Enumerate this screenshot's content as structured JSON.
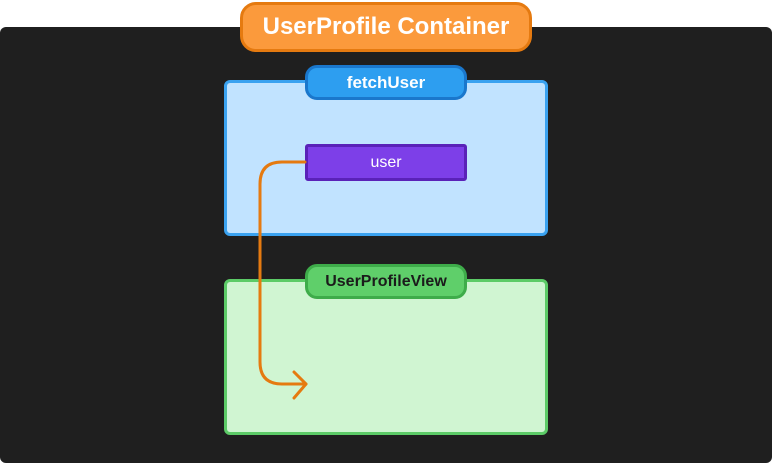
{
  "container": {
    "label": "UserProfile Container"
  },
  "fetch_user": {
    "label": "fetchUser",
    "user_node": "user"
  },
  "user_profile_view": {
    "label": "UserProfileView"
  },
  "colors": {
    "container_bg": "#1f1f1f",
    "container_label": "#fb9a3c",
    "fetch_box": "#c1e3ff",
    "fetch_label": "#2d9ef0",
    "user_node": "#7d3fe8",
    "view_box": "#d0f5d2",
    "view_label": "#5fcf6a",
    "arrow": "#e57a10"
  }
}
